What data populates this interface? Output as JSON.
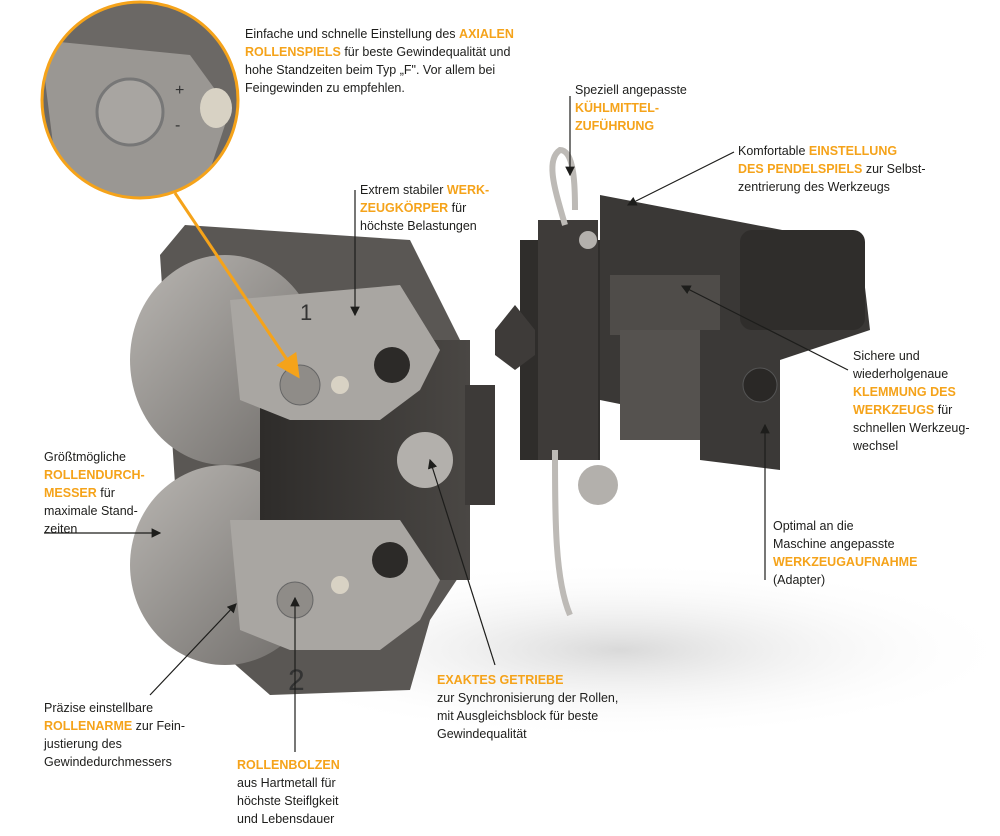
{
  "accent_color": "#f5a31a",
  "callouts": [
    {
      "id": "axiales-rollenspiel",
      "lines": [
        [
          {
            "t": "Einfache und schnelle Einstellung des "
          },
          {
            "t": "AXIALEN",
            "h": true
          }
        ],
        [
          {
            "t": "ROLLENSPIELS",
            "h": true
          },
          {
            "t": " für beste Gewindequalität und"
          }
        ],
        [
          {
            "t": "hohe Standzeiten beim Typ „F\". Vor allem bei"
          }
        ],
        [
          {
            "t": "Feingewinden zu empfehlen."
          }
        ]
      ]
    },
    {
      "id": "kuehlmittelzufuehrung",
      "lines": [
        [
          {
            "t": "Speziell angepasste"
          }
        ],
        [
          {
            "t": "KÜHLMITTEL-",
            "h": true
          }
        ],
        [
          {
            "t": "ZUFÜHRUNG",
            "h": true
          }
        ]
      ]
    },
    {
      "id": "pendelspiel",
      "lines": [
        [
          {
            "t": "Komfortable "
          },
          {
            "t": "EINSTELLUNG",
            "h": true
          }
        ],
        [
          {
            "t": "DES PENDELSPIELS",
            "h": true
          },
          {
            "t": " zur Selbst-"
          }
        ],
        [
          {
            "t": "zentrierung des Werkzeugs"
          }
        ]
      ]
    },
    {
      "id": "werkzeugkoerper",
      "lines": [
        [
          {
            "t": "Extrem stabiler "
          },
          {
            "t": "WERK-",
            "h": true
          }
        ],
        [
          {
            "t": "ZEUGKÖRPER",
            "h": true
          },
          {
            "t": " für"
          }
        ],
        [
          {
            "t": "höchste Belastungen"
          }
        ]
      ]
    },
    {
      "id": "klemmung",
      "lines": [
        [
          {
            "t": "Sichere und"
          }
        ],
        [
          {
            "t": "wiederholgenaue"
          }
        ],
        [
          {
            "t": "KLEMMUNG DES",
            "h": true
          }
        ],
        [
          {
            "t": "WERKZEUGS",
            "h": true
          },
          {
            "t": " für"
          }
        ],
        [
          {
            "t": "schnellen Werkzeug-"
          }
        ],
        [
          {
            "t": "wechsel"
          }
        ]
      ]
    },
    {
      "id": "werkzeugaufnahme",
      "lines": [
        [
          {
            "t": "Optimal an die"
          }
        ],
        [
          {
            "t": "Maschine angepasste"
          }
        ],
        [
          {
            "t": "WERKZEUGAUFNAHME",
            "h": true
          }
        ],
        [
          {
            "t": "(Adapter)"
          }
        ]
      ]
    },
    {
      "id": "rollendurchmesser",
      "lines": [
        [
          {
            "t": "Größtmögliche"
          }
        ],
        [
          {
            "t": "ROLLENDURCH-",
            "h": true
          }
        ],
        [
          {
            "t": "MESSER",
            "h": true
          },
          {
            "t": " für"
          }
        ],
        [
          {
            "t": "maximale Stand-"
          }
        ],
        [
          {
            "t": "zeiten"
          }
        ]
      ]
    },
    {
      "id": "rollenarme",
      "lines": [
        [
          {
            "t": "Präzise einstellbare"
          }
        ],
        [
          {
            "t": "ROLLENARME",
            "h": true
          },
          {
            "t": " zur Fein-"
          }
        ],
        [
          {
            "t": "justierung des"
          }
        ],
        [
          {
            "t": "Gewindedurchmessers"
          }
        ]
      ]
    },
    {
      "id": "rollenbolzen",
      "lines": [
        [
          {
            "t": "ROLLENBOLZEN",
            "h": true
          }
        ],
        [
          {
            "t": "aus Hartmetall für"
          }
        ],
        [
          {
            "t": "höchste Steiflgkeit"
          }
        ],
        [
          {
            "t": "und Lebensdauer"
          }
        ]
      ]
    },
    {
      "id": "getriebe",
      "lines": [
        [
          {
            "t": "EXAKTES GETRIEBE",
            "h": true
          }
        ],
        [
          {
            "t": "zur Synchronisierung der Rollen,"
          }
        ],
        [
          {
            "t": "mit Ausgleichsblock für beste"
          }
        ],
        [
          {
            "t": "Gewindequalität"
          }
        ]
      ]
    }
  ],
  "roll_markings": [
    "1",
    "2"
  ]
}
